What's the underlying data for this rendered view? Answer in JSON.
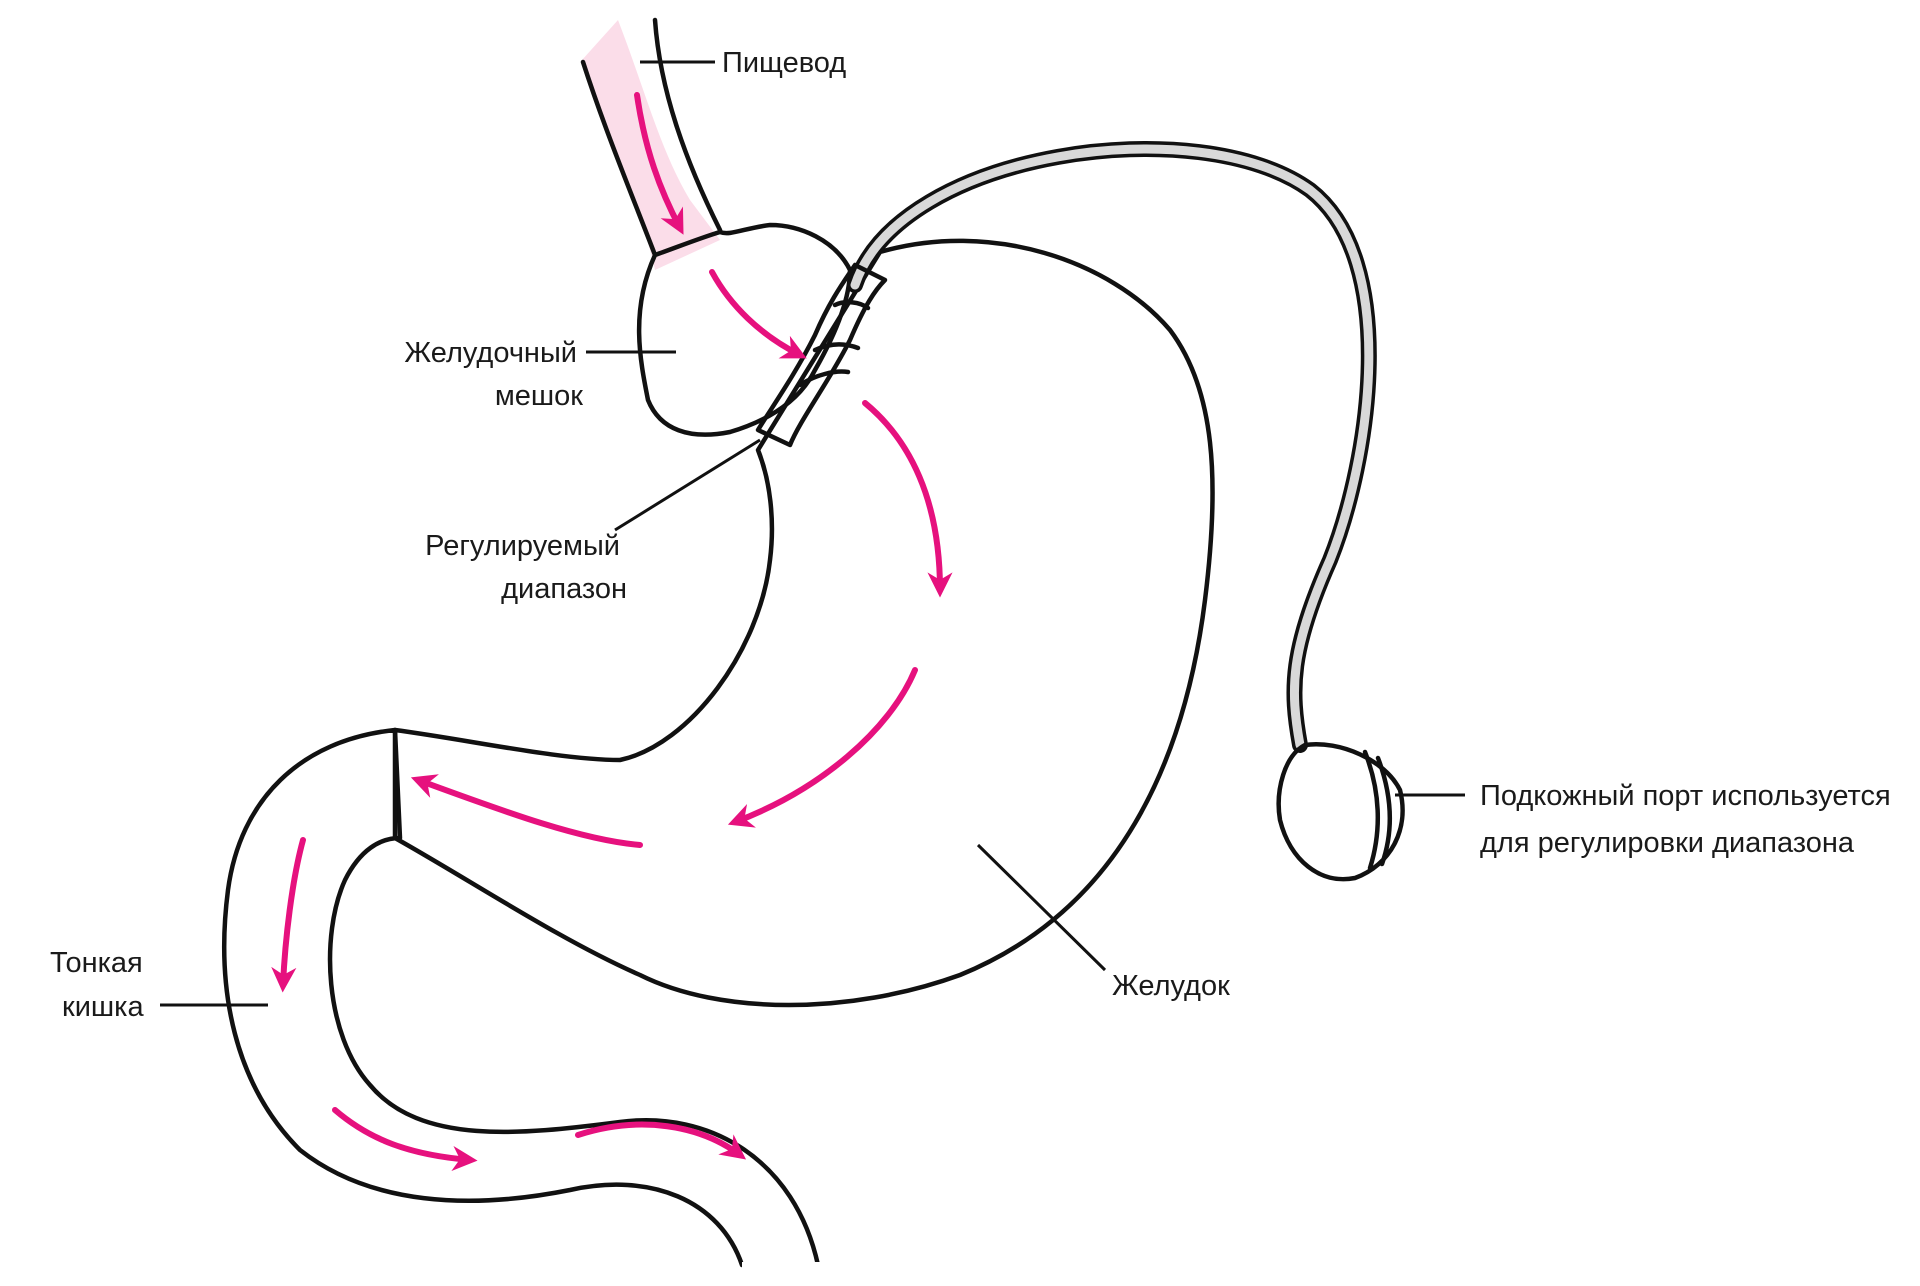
{
  "colors": {
    "organ": "#f4aecf",
    "organ_light": "#f8cde0",
    "esophagus_light": "#fbdde9",
    "arrow": "#e6117e",
    "device": "#d9d9d9",
    "outline": "#111111"
  },
  "labels": {
    "esophagus": "Пищевод",
    "pouch_line1": "Желудочный",
    "pouch_line2": "мешок",
    "band_line1": "Регулируемый",
    "band_line2": "диапазон",
    "port_line1": "Подкожный порт используется",
    "port_line2": "для  регулировки диапазона",
    "stomach": "Желудок",
    "intestine_line1": "Тонкая",
    "intestine_line2": "кишка"
  }
}
